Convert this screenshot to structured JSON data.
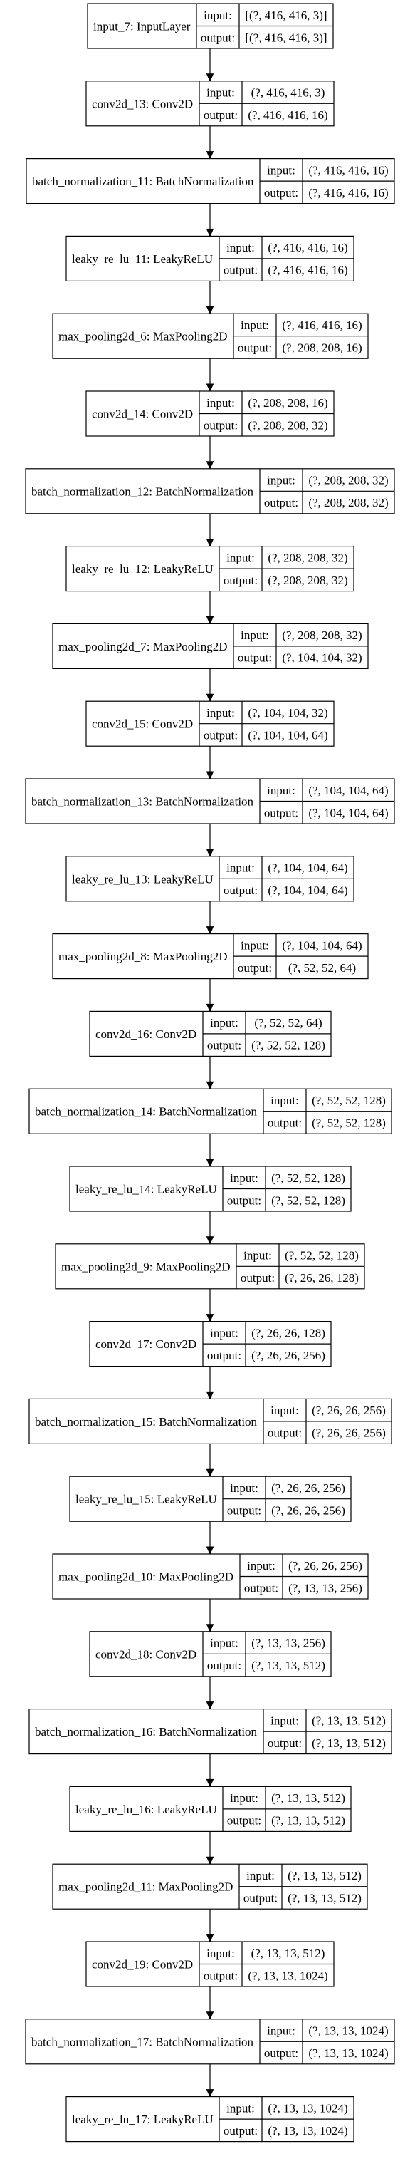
{
  "diagram": {
    "title": "",
    "nodes": [
      {
        "name": "input_7: InputLayer",
        "input": "[(?, 416, 416, 3)]",
        "output": "[(?, 416, 416, 3)]"
      },
      {
        "name": "conv2d_13: Conv2D",
        "input": "(?, 416, 416, 3)",
        "output": "(?, 416, 416, 16)"
      },
      {
        "name": "batch_normalization_11: BatchNormalization",
        "input": "(?, 416, 416, 16)",
        "output": "(?, 416, 416, 16)"
      },
      {
        "name": "leaky_re_lu_11: LeakyReLU",
        "input": "(?, 416, 416, 16)",
        "output": "(?, 416, 416, 16)"
      },
      {
        "name": "max_pooling2d_6: MaxPooling2D",
        "input": "(?, 416, 416, 16)",
        "output": "(?, 208, 208, 16)"
      },
      {
        "name": "conv2d_14: Conv2D",
        "input": "(?, 208, 208, 16)",
        "output": "(?, 208, 208, 32)"
      },
      {
        "name": "batch_normalization_12: BatchNormalization",
        "input": "(?, 208, 208, 32)",
        "output": "(?, 208, 208, 32)"
      },
      {
        "name": "leaky_re_lu_12: LeakyReLU",
        "input": "(?, 208, 208, 32)",
        "output": "(?, 208, 208, 32)"
      },
      {
        "name": "max_pooling2d_7: MaxPooling2D",
        "input": "(?, 208, 208, 32)",
        "output": "(?, 104, 104, 32)"
      },
      {
        "name": "conv2d_15: Conv2D",
        "input": "(?, 104, 104, 32)",
        "output": "(?, 104, 104, 64)"
      },
      {
        "name": "batch_normalization_13: BatchNormalization",
        "input": "(?, 104, 104, 64)",
        "output": "(?, 104, 104, 64)"
      },
      {
        "name": "leaky_re_lu_13: LeakyReLU",
        "input": "(?, 104, 104, 64)",
        "output": "(?, 104, 104, 64)"
      },
      {
        "name": "max_pooling2d_8: MaxPooling2D",
        "input": "(?, 104, 104, 64)",
        "output": "(?, 52, 52, 64)"
      },
      {
        "name": "conv2d_16: Conv2D",
        "input": "(?, 52, 52, 64)",
        "output": "(?, 52, 52, 128)"
      },
      {
        "name": "batch_normalization_14: BatchNormalization",
        "input": "(?, 52, 52, 128)",
        "output": "(?, 52, 52, 128)"
      },
      {
        "name": "leaky_re_lu_14: LeakyReLU",
        "input": "(?, 52, 52, 128)",
        "output": "(?, 52, 52, 128)"
      },
      {
        "name": "max_pooling2d_9: MaxPooling2D",
        "input": "(?, 52, 52, 128)",
        "output": "(?, 26, 26, 128)"
      },
      {
        "name": "conv2d_17: Conv2D",
        "input": "(?, 26, 26, 128)",
        "output": "(?, 26, 26, 256)"
      },
      {
        "name": "batch_normalization_15: BatchNormalization",
        "input": "(?, 26, 26, 256)",
        "output": "(?, 26, 26, 256)"
      },
      {
        "name": "leaky_re_lu_15: LeakyReLU",
        "input": "(?, 26, 26, 256)",
        "output": "(?, 26, 26, 256)"
      },
      {
        "name": "max_pooling2d_10: MaxPooling2D",
        "input": "(?, 26, 26, 256)",
        "output": "(?, 13, 13, 256)"
      },
      {
        "name": "conv2d_18: Conv2D",
        "input": "(?, 13, 13, 256)",
        "output": "(?, 13, 13, 512)"
      },
      {
        "name": "batch_normalization_16: BatchNormalization",
        "input": "(?, 13, 13, 512)",
        "output": "(?, 13, 13, 512)"
      },
      {
        "name": "leaky_re_lu_16: LeakyReLU",
        "input": "(?, 13, 13, 512)",
        "output": "(?, 13, 13, 512)"
      },
      {
        "name": "max_pooling2d_11: MaxPooling2D",
        "input": "(?, 13, 13, 512)",
        "output": "(?, 13, 13, 512)"
      },
      {
        "name": "conv2d_19: Conv2D",
        "input": "(?, 13, 13, 512)",
        "output": "(?, 13, 13, 1024)"
      },
      {
        "name": "batch_normalization_17: BatchNormalization",
        "input": "(?, 13, 13, 1024)",
        "output": "(?, 13, 13, 1024)"
      },
      {
        "name": "leaky_re_lu_17: LeakyReLU",
        "input": "(?, 13, 13, 1024)",
        "output": "(?, 13, 13, 1024)"
      }
    ],
    "port_labels": {
      "input": "input:",
      "output": "output:"
    },
    "colors": {
      "stroke": "#000000",
      "background": "#ffffff",
      "text": "#000000"
    }
  }
}
